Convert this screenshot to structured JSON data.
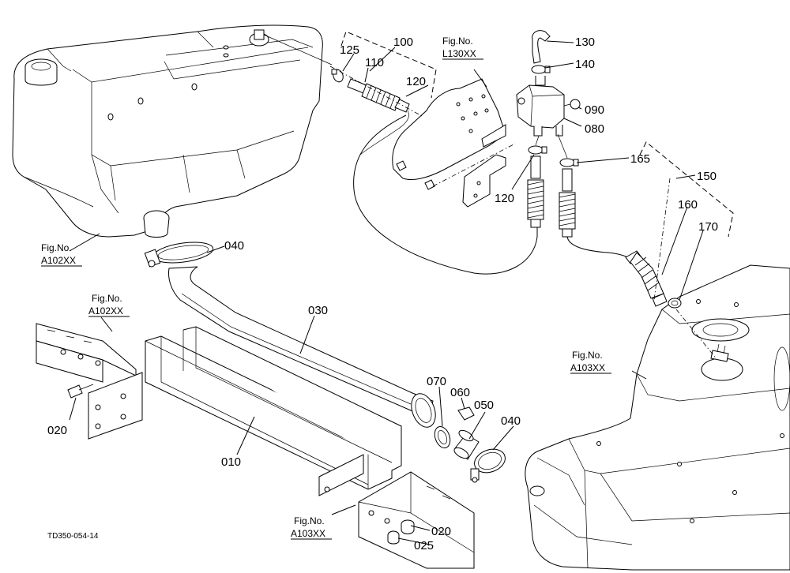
{
  "parts": [
    {
      "id": "p100",
      "label": "100"
    },
    {
      "id": "p125",
      "label": "125"
    },
    {
      "id": "p110",
      "label": "110"
    },
    {
      "id": "p120a",
      "label": "120"
    },
    {
      "id": "p130",
      "label": "130"
    },
    {
      "id": "p140",
      "label": "140"
    },
    {
      "id": "p090",
      "label": "090"
    },
    {
      "id": "p080",
      "label": "080"
    },
    {
      "id": "p165",
      "label": "165"
    },
    {
      "id": "p150",
      "label": "150"
    },
    {
      "id": "p120b",
      "label": "120"
    },
    {
      "id": "p160",
      "label": "160"
    },
    {
      "id": "p170",
      "label": "170"
    },
    {
      "id": "p040a",
      "label": "040"
    },
    {
      "id": "p030",
      "label": "030"
    },
    {
      "id": "p070",
      "label": "070"
    },
    {
      "id": "p060",
      "label": "060"
    },
    {
      "id": "p050",
      "label": "050"
    },
    {
      "id": "p040b",
      "label": "040"
    },
    {
      "id": "p020a",
      "label": "020"
    },
    {
      "id": "p010",
      "label": "010"
    },
    {
      "id": "p020b",
      "label": "020"
    },
    {
      "id": "p025",
      "label": "025"
    }
  ],
  "references": [
    {
      "id": "r1",
      "line1": "Fig.No.",
      "line2": "L130XX"
    },
    {
      "id": "r2",
      "line1": "Fig.No.",
      "line2": "A102XX"
    },
    {
      "id": "r3",
      "line1": "Fig.No.",
      "line2": "A102XX"
    },
    {
      "id": "r4",
      "line1": "Fig.No.",
      "line2": "A103XX"
    },
    {
      "id": "r5",
      "line1": "Fig.No.",
      "line2": "A103XX"
    }
  ],
  "drawing_code": "TD350-054-14"
}
